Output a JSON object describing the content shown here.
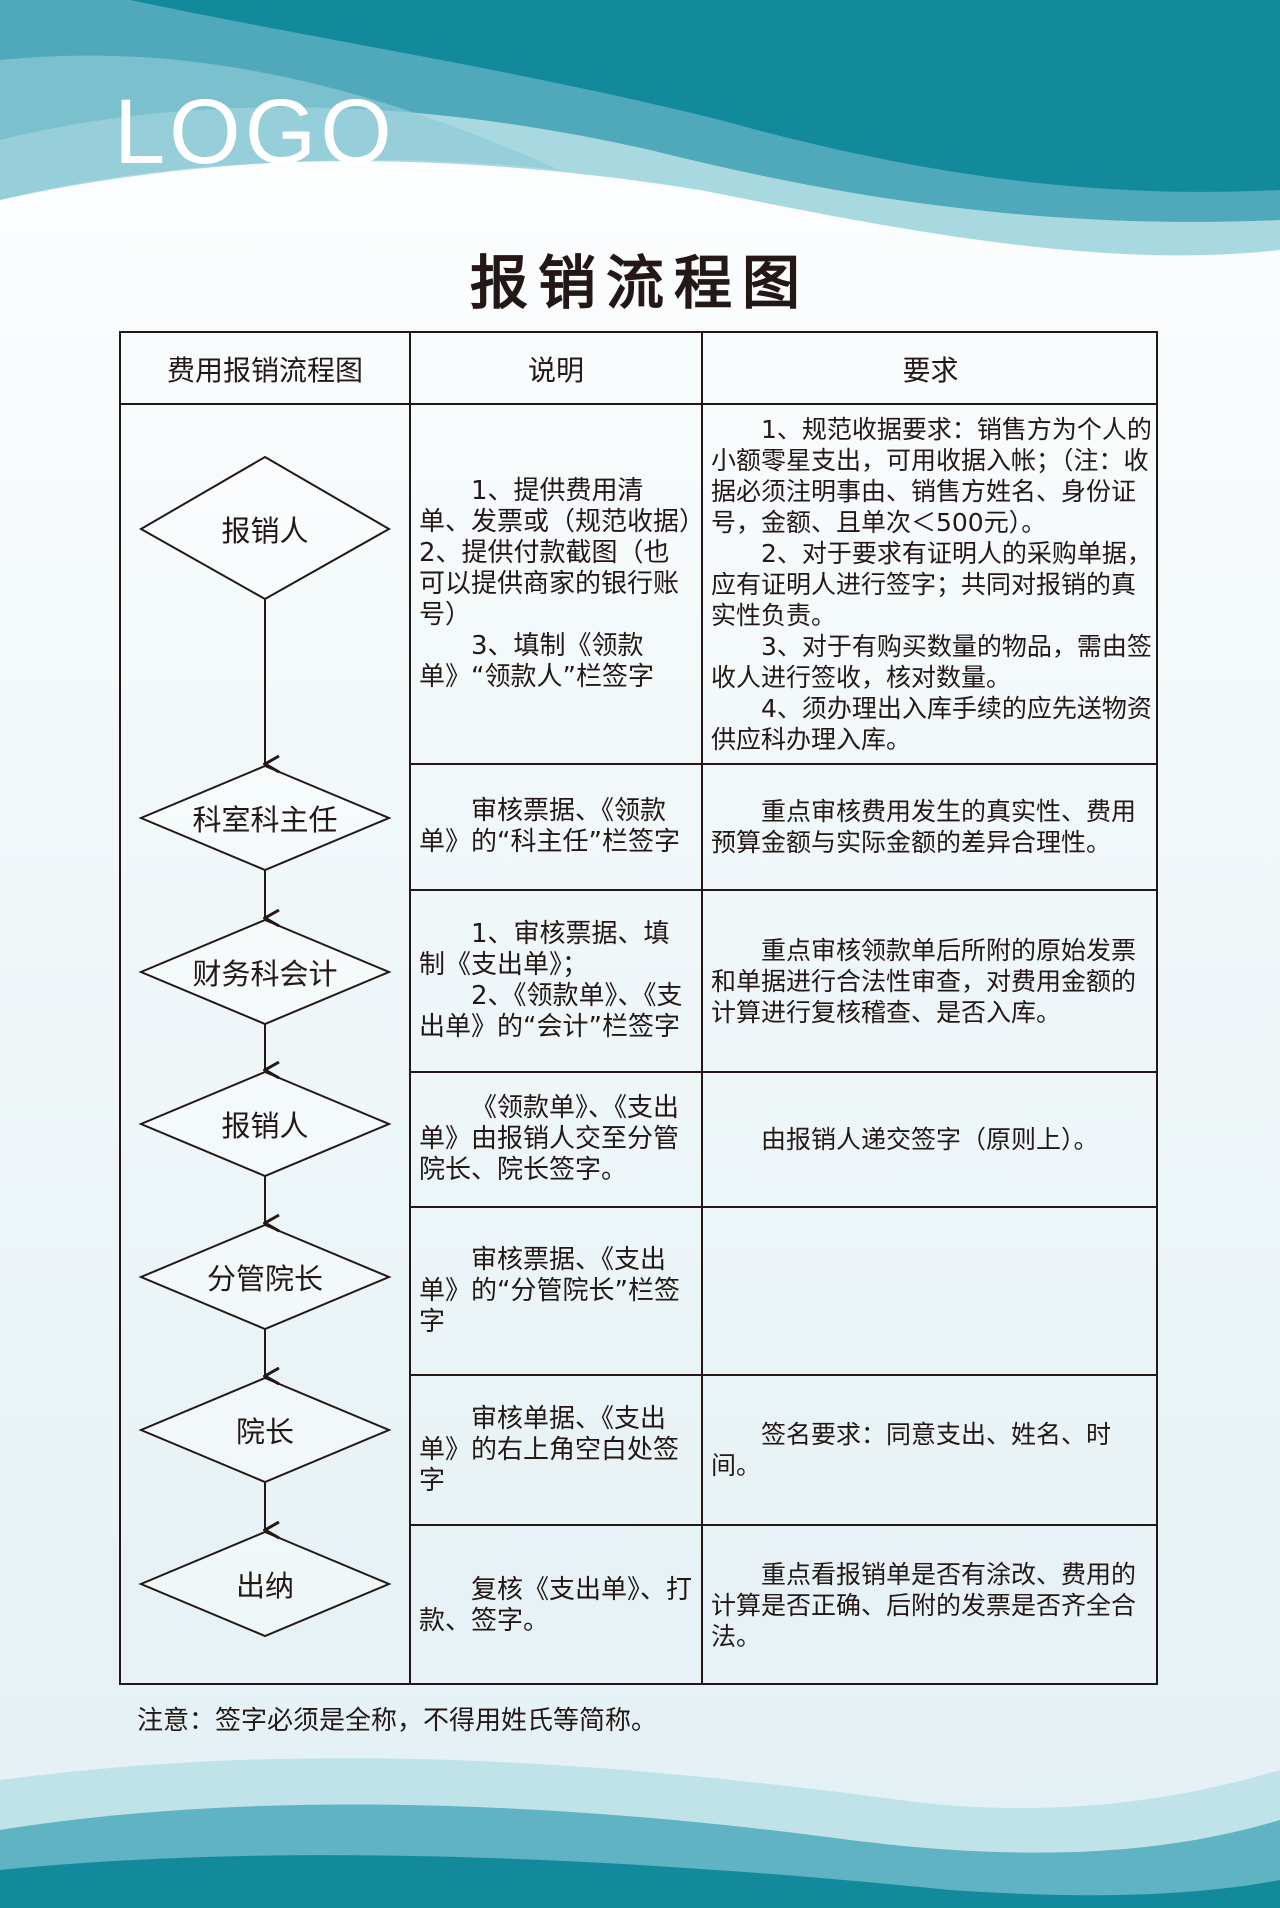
{
  "header": {
    "logo": "LOGO",
    "title": "报销流程图"
  },
  "table": {
    "columns": [
      "费用报销流程图",
      "说明",
      "要求"
    ],
    "rows": [
      {
        "step": "报销人",
        "desc": [
          "1、提供费用清单、发票或（规范收据）",
          "2、提供付款截图（也可以提供商家的银行账号）",
          "3、填制《领款单》“领款人”栏签字"
        ],
        "req": [
          "1、规范收据要求：销售方为个人的小额零星支出，可用收据入帐；（注：收据必须注明事由、销售方姓名、身份证号，金额、且单次＜500元）。",
          "2、对于要求有证明人的采购单据，应有证明人进行签字；共同对报销的真实性负责。",
          "3、对于有购买数量的物品，需由签收人进行签收，核对数量。",
          "4、须办理出入库手续的应先送物资供应科办理入库。"
        ]
      },
      {
        "step": "科室科主任",
        "desc": [
          "审核票据、《领款单》的“科主任”栏签字"
        ],
        "req": [
          "重点审核费用发生的真实性、费用预算金额与实际金额的差异合理性。"
        ]
      },
      {
        "step": "财务科会计",
        "desc": [
          "1、审核票据、填制《支出单》；",
          "2、《领款单》、《支出单》的“会计”栏签字"
        ],
        "req": [
          "重点审核领款单后所附的原始发票和单据进行合法性审查，对费用金额的计算进行复核稽查、是否入库。"
        ]
      },
      {
        "step": "报销人",
        "desc": [
          "《领款单》、《支出单》由报销人交至分管院长、院长签字。"
        ],
        "req": [
          "由报销人递交签字（原则上）。"
        ]
      },
      {
        "step": "分管院长",
        "desc": [
          "审核票据、《支出单》的“分管院长”栏签字"
        ],
        "req": []
      },
      {
        "step": "院长",
        "desc": [
          "审核单据、《支出单》的右上角空白处签字"
        ],
        "req": [
          "签名要求：同意支出、姓名、时间。"
        ]
      },
      {
        "step": "出纳",
        "desc": [
          "复核《支出单》、打款、签字。"
        ],
        "req": [
          "重点看报销单是否有涂改、费用的计算是否正确、后附的发票是否齐全合法。"
        ]
      }
    ]
  },
  "note": "注意：签字必须是全称，不得用姓氏等简称。",
  "colors": {
    "teal": "#138a9c",
    "light_teal": "#7cc3cf",
    "line": "#231815"
  }
}
